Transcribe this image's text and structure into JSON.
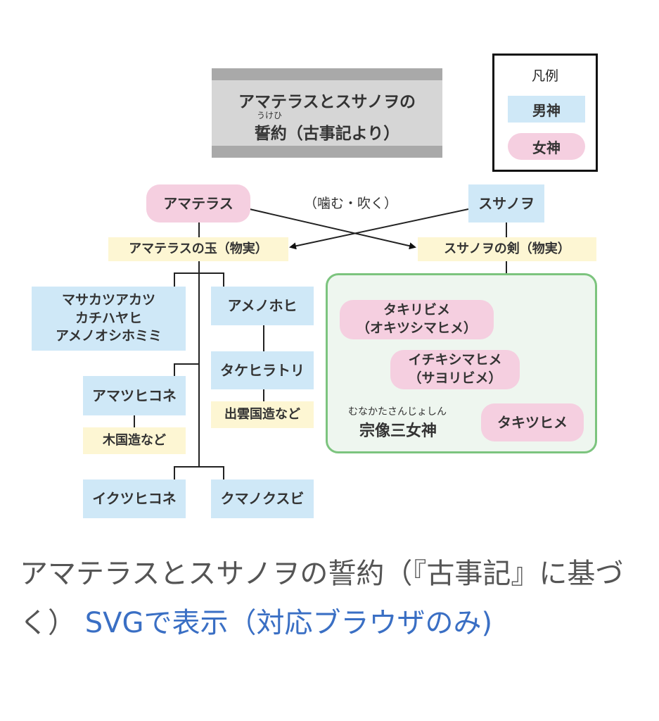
{
  "title": {
    "line1": "アマテラスとスサノヲの",
    "ruby": "うけひ",
    "line2": "誓約（古事記より）"
  },
  "legend": {
    "title": "凡例",
    "male": "男神",
    "female": "女神"
  },
  "colors": {
    "male": "#cfe8f7",
    "female": "#f5cfe0",
    "object_label": "#fdf6d3",
    "munakata_panel": "#eef6ef",
    "munakata_border": "#7cc47e",
    "link": "#3a6fc4"
  },
  "parents": {
    "amaterasu": "アマテラス",
    "susanowo": "スサノヲ",
    "action": "（噛む・吹く）"
  },
  "objects": {
    "amaterasu_jewel": "アマテラスの玉（物実）",
    "susanowo_sword": "スサノヲの剣（物実）"
  },
  "male_gods": {
    "masakatsu": "マサカツアカツ\nカチハヤヒ\nアメノオシホミミ",
    "amenohohi": "アメノホヒ",
    "takehiratori": "タケヒラトリ",
    "izumo": "出雲国造など",
    "amatsuhikone": "アマツヒコネ",
    "kinokuni": "木国造など",
    "ikutsuhikone": "イクツヒコネ",
    "kumanokusubi": "クマノクスビ"
  },
  "female_gods": {
    "takiribime": "タキリビメ\n（オキツシマヒメ）",
    "ichikishimahime": "イチキシマヒメ\n（サヨリビメ）",
    "takitsuhime": "タキツヒメ"
  },
  "munakata": {
    "ruby": "むなかたさんじょしん",
    "name": "宗像三女神"
  },
  "caption": {
    "text": "アマテラスとスサノヲの誓約（『古事記』に基づく）",
    "link": "SVGで表示（対応ブラウザのみ)"
  }
}
